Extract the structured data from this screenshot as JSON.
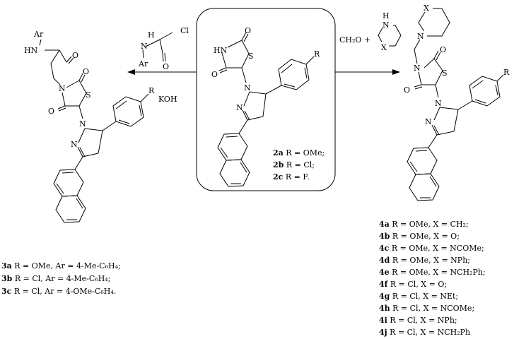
{
  "atoms": {
    "ar": "Ar",
    "hn": "HN",
    "o": "O",
    "n": "N",
    "s": "S",
    "r": "R",
    "koh": "KOH",
    "h": "H",
    "cl": "Cl",
    "x": "X",
    "hn_r": "HN",
    "ch2o": "CH₂O +"
  },
  "left_legend": [
    {
      "id": "3a",
      "text": " R = OMe, Ar = 4-Me-C₆H₄;"
    },
    {
      "id": "3b",
      "text": " R = Cl,  Ar = 4-Me-C₆H₄;"
    },
    {
      "id": "3c",
      "text": " R = Cl,  Ar = 4-OMe-C₆H₄."
    }
  ],
  "center_legend": [
    {
      "id": "2a",
      "text": " R = OMe;"
    },
    {
      "id": "2b",
      "text": " R = Cl;"
    },
    {
      "id": "2c",
      "text": " R = F."
    }
  ],
  "right_legend": [
    {
      "id": "4a",
      "text": " R = OMe, X = CH₂;"
    },
    {
      "id": "4b",
      "text": " R = OMe, X = O;"
    },
    {
      "id": "4c",
      "text": " R = OMe, X = NCOMe;"
    },
    {
      "id": "4d",
      "text": " R = OMe, X = NPh;"
    },
    {
      "id": "4e",
      "text": " R = OMe, X = NCH₂Ph;"
    },
    {
      "id": "4f",
      "text": " R = Cl, X = O;"
    },
    {
      "id": "4g",
      "text": " R = Cl, X = NEt;"
    },
    {
      "id": "4h",
      "text": " R = Cl, X = NCOMe;"
    },
    {
      "id": "4i",
      "text": " R = Cl, X = NPh;"
    },
    {
      "id": "4j",
      "text": " R = Cl, X = NCH₂Ph"
    }
  ]
}
